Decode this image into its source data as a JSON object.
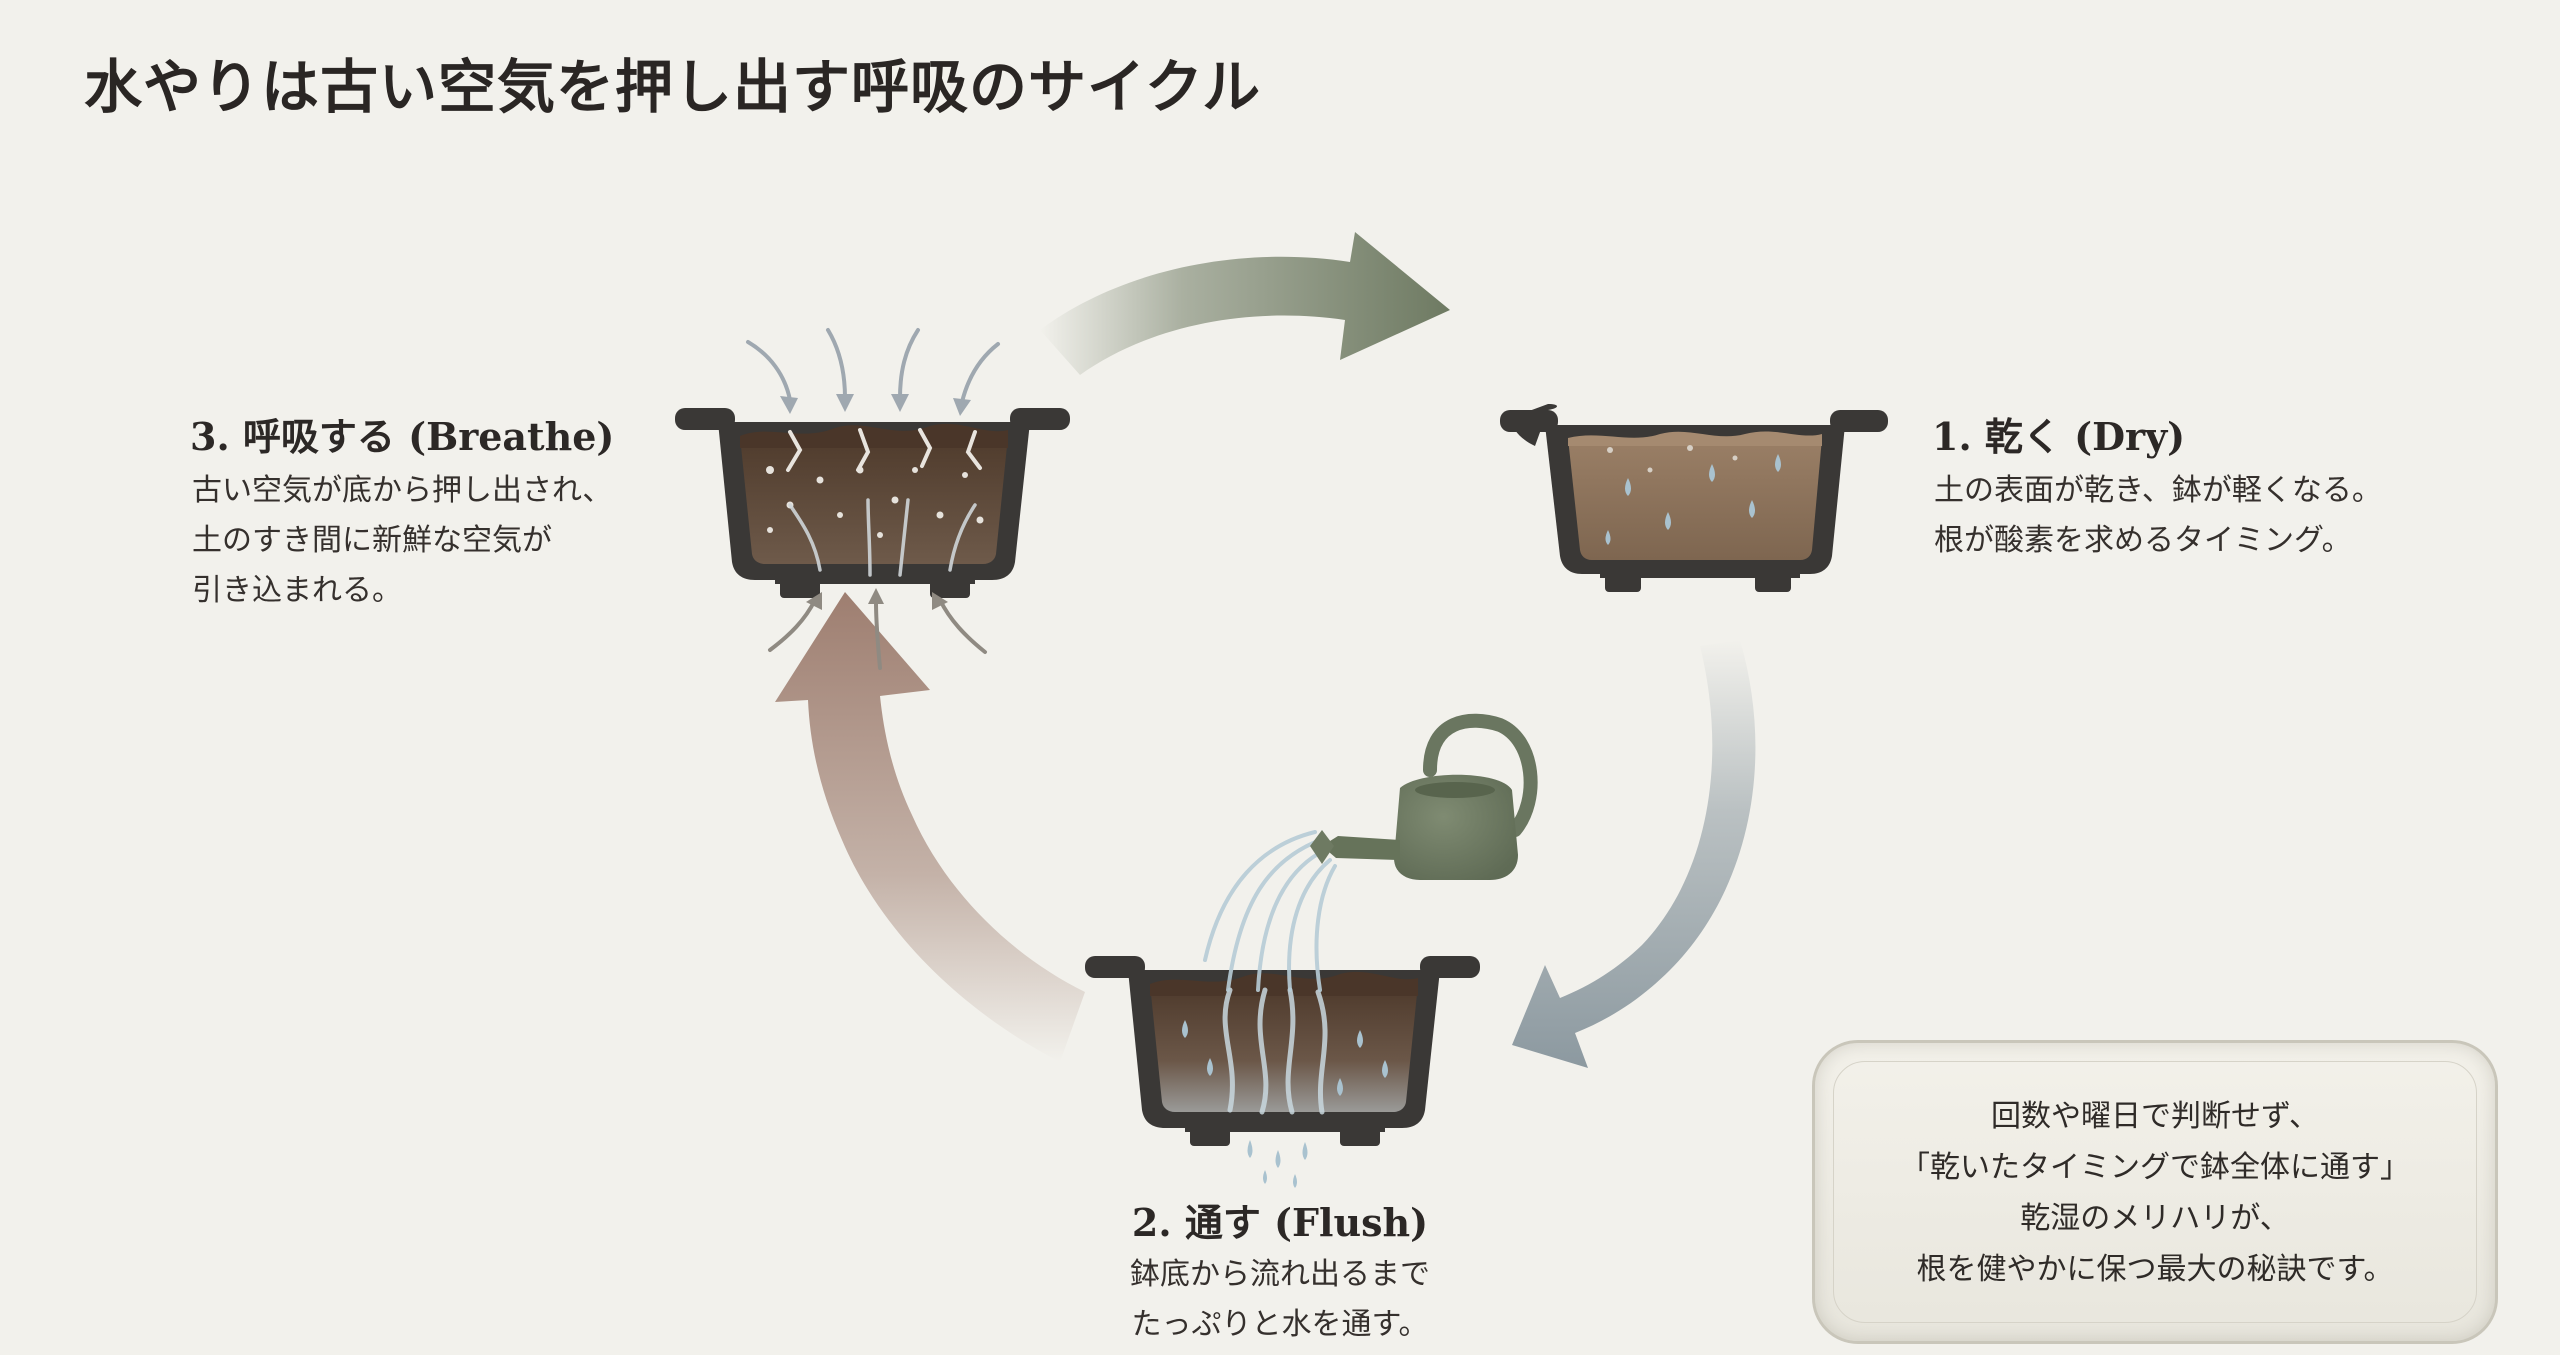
{
  "title": "水やりは古い空気を押し出す呼吸のサイクル",
  "steps": [
    {
      "title": "1. 乾く (Dry)",
      "lines": [
        "土の表面が乾き、鉢が軽くなる。",
        "根が酸素を求めるタイミング。"
      ]
    },
    {
      "title": "2. 通す (Flush)",
      "lines": [
        "鉢底から流れ出るまで",
        "たっぷりと水を通す。"
      ]
    },
    {
      "title": "3. 呼吸する (Breathe)",
      "lines": [
        "古い空気が底から押し出され、",
        "土のすき間に新鮮な空気が",
        "引き込まれる。"
      ]
    }
  ],
  "note": {
    "lines": [
      "回数や曜日で判断せず、",
      "「乾いたタイミングで鉢全体に通す」",
      "乾湿のメリハリが、",
      "根を健やかに保つ最大の秘訣です。"
    ]
  },
  "colors": {
    "background": "#f2f1ec",
    "pot": "#3a3836",
    "soil_dry": "#8a7058",
    "soil_wet": "#5a4434",
    "arrow_green": "#6e7a62",
    "arrow_blue": "#8c99a0",
    "arrow_red": "#9e7e70",
    "water": "#a9c2cf"
  }
}
